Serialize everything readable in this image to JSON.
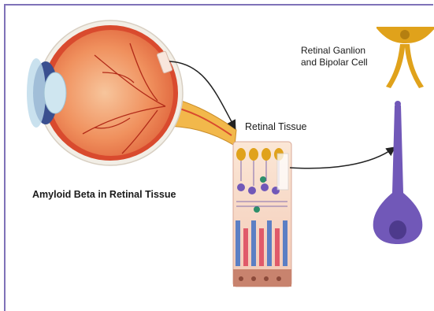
{
  "labels": {
    "caption": "Amyloid Beta in Retinal Tissue",
    "tissue": "Retinal Tissue",
    "ganglion_line1": "Retinal Ganlion",
    "ganglion_line2": "and Bipolar Cell"
  },
  "colors": {
    "frame": "#7f72b8",
    "sclera": "#f2eee6",
    "choroid": "#d94a2e",
    "retina": "#ef7f4e",
    "nerve": "#f2b84b",
    "lens": "#cfe6f0",
    "iris": "#3a4f8f",
    "ganglion_cell": "#e0a21b",
    "bipolar_cell": "#7158b8",
    "tissue_bg": "#f6d9c7",
    "amyloid": "#2d8f6a"
  },
  "icons": [
    "eye-illustration",
    "retinal-tissue-block",
    "ganglion-cell-icon",
    "bipolar-cell-icon"
  ]
}
